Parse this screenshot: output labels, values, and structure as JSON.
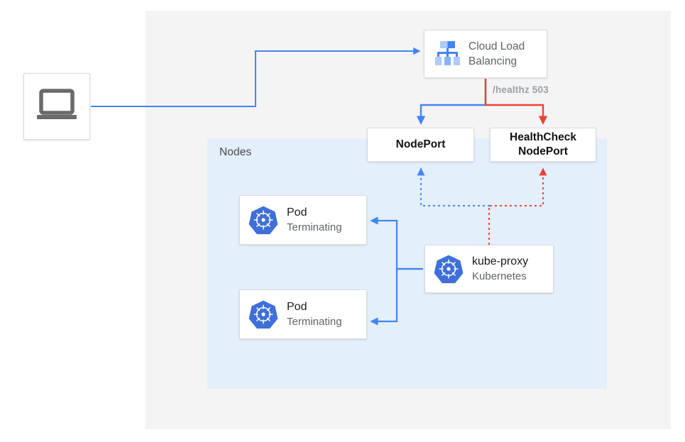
{
  "diagram": {
    "title": "Kubernetes NodePort health check failover diagram",
    "colors": {
      "blue": "#4285f4",
      "red": "#ea4335",
      "panel_gray": "#f4f4f4",
      "panel_blue": "#e3effb",
      "k8s_blue": "#3f6fd8",
      "muted_text": "#5f6368"
    }
  },
  "regions": {
    "outer": {
      "name": "cloud-region"
    },
    "nodes": {
      "label": "Nodes"
    }
  },
  "nodes": {
    "client": {
      "icon": "laptop-icon"
    },
    "cloud_load_balancing": {
      "icon": "cloud-load-balancing-icon",
      "line1": "Cloud Load",
      "line2": "Balancing"
    },
    "nodeport": {
      "label": "NodePort"
    },
    "healthcheck_nodeport": {
      "line1": "HealthCheck",
      "line2": "NodePort"
    },
    "pod1": {
      "icon": "kubernetes-icon",
      "title": "Pod",
      "subtitle": "Terminating"
    },
    "pod2": {
      "icon": "kubernetes-icon",
      "title": "Pod",
      "subtitle": "Terminating"
    },
    "kube_proxy": {
      "icon": "kubernetes-icon",
      "title": "kube-proxy",
      "subtitle": "Kubernetes"
    }
  },
  "edges": {
    "healthz": {
      "label": "/healthz 503"
    }
  }
}
